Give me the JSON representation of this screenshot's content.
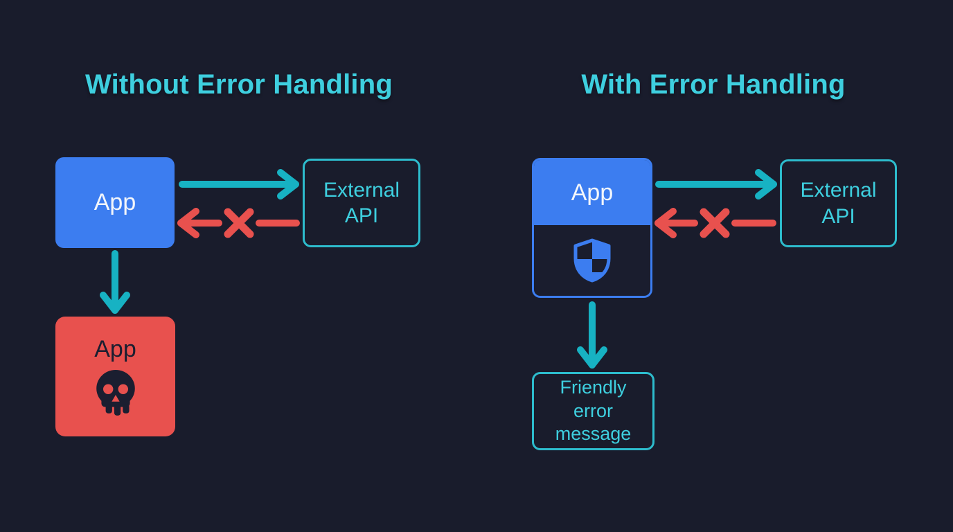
{
  "titles": {
    "left": "Without Error Handling",
    "right": "With Error Handling"
  },
  "left_panel": {
    "app_label": "App",
    "external_api_label": "External API",
    "crashed_app_label": "App",
    "crashed_app_icon": "skull-icon"
  },
  "right_panel": {
    "app_label": "App",
    "app_icon": "shield-icon",
    "external_api_label": "External API",
    "friendly_error_label": "Friendly error message"
  },
  "colors": {
    "background": "#191c2c",
    "panel-dark": "#1a1d2e",
    "teal": "#17b2c3",
    "teal-border": "#2dbccd",
    "teal-text": "#3ecfdf",
    "blue": "#3c7df0",
    "red": "#e8514e",
    "dark": "#1b1e30",
    "white": "#f3f6fb"
  }
}
